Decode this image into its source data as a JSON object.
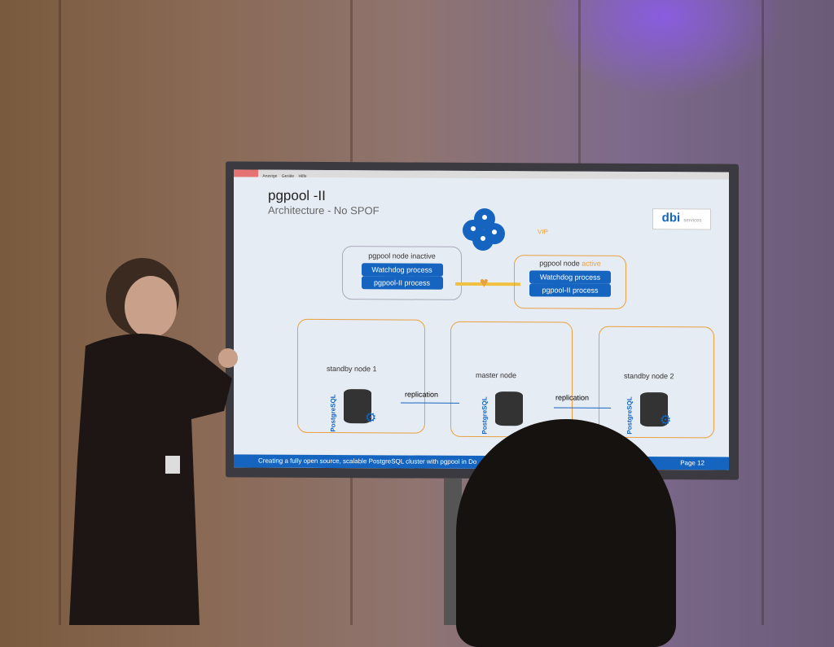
{
  "menubar": {
    "items": [
      "Anzeige",
      "Geräte",
      "Hilfe"
    ]
  },
  "slide": {
    "title": "pgpool -II",
    "subtitle": "Architecture - No SPOF",
    "logo": "dbi services",
    "vip": "VIP",
    "inactive_node": {
      "label": "pgpool node inactive",
      "procs": [
        "Watchdog process",
        "pgpool-II process"
      ]
    },
    "active_node": {
      "label": "pgpool node",
      "status": "active",
      "procs": [
        "Watchdog process",
        "pgpool-II process"
      ]
    },
    "standby1": "standby node 1",
    "master": "master node",
    "standby2": "standby node 2",
    "replication": "replication",
    "postgres": "PostgreSQL",
    "footer": "Creating a fully open source, scalable PostgreSQL cluster with pgpool in Do",
    "page": "Page 12"
  }
}
